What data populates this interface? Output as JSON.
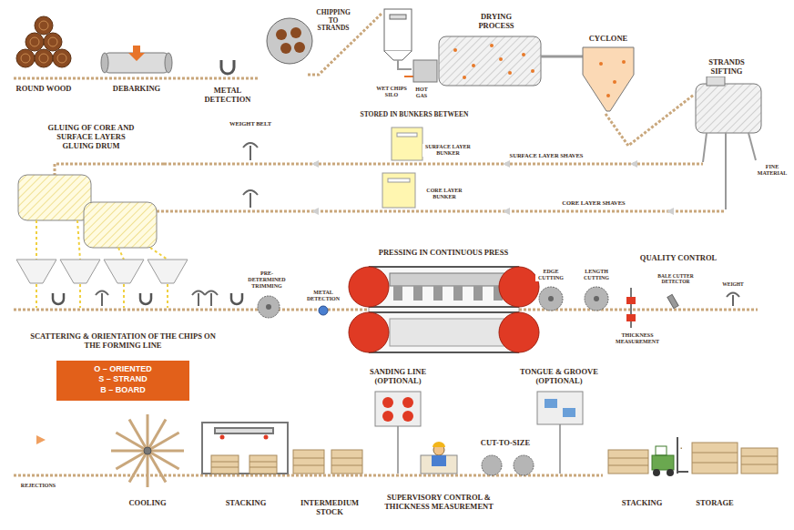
{
  "diagram": {
    "nodes": [
      {
        "text": [
          "O – ORIENTED",
          "S – STRAND",
          "B – BOARD"
        ]
      }
    ],
    "labels": [
      "ROUND WOOD",
      "DEBARKING",
      "METAL DETECTION",
      "CHIPPING TO STRANDS",
      "WET CHIPS SILO",
      "HOT GAS",
      "DRYING PROCESS",
      "CYCLONE",
      "STRANDS SIFTING",
      "GLUING OF CORE AND SURFACE LAYERS GLUING DRUM",
      "WEIGHT BELT",
      "STORED IN BUNKERS BETWEEN",
      "SURFACE LAYER BUNKER",
      "SURFACE LAYER SHAVES",
      "CORE LAYER BUNKER",
      "CORE LAYER SHAVES",
      "FINE MATERIAL",
      "PRE-DETERMINED TRIMMING",
      "METAL DETECTION",
      "PRESSING IN CONTINUOUS PRESS",
      "EDGE CUTTING",
      "LENGTH CUTTING",
      "QUALITY CONTROL",
      "BALE CUTTER DETECTOR",
      "WEIGHT",
      "THICKNESS MEASUREMENT",
      "SCATTERING & ORIENTATION OF THE CHIPS ON THE FORMING LINE",
      "SANDING LINE (OPTIONAL)",
      "TONGUE & GROOVE (OPTIONAL)",
      "CUT-TO-SIZE",
      "REJECTIONS",
      "COOLING",
      "STACKING",
      "INTERMEDIUM STOCK",
      "SUPERVISORY CONTROL & THICKNESS MEASUREMENT",
      "STACKING",
      "STORAGE"
    ]
  }
}
